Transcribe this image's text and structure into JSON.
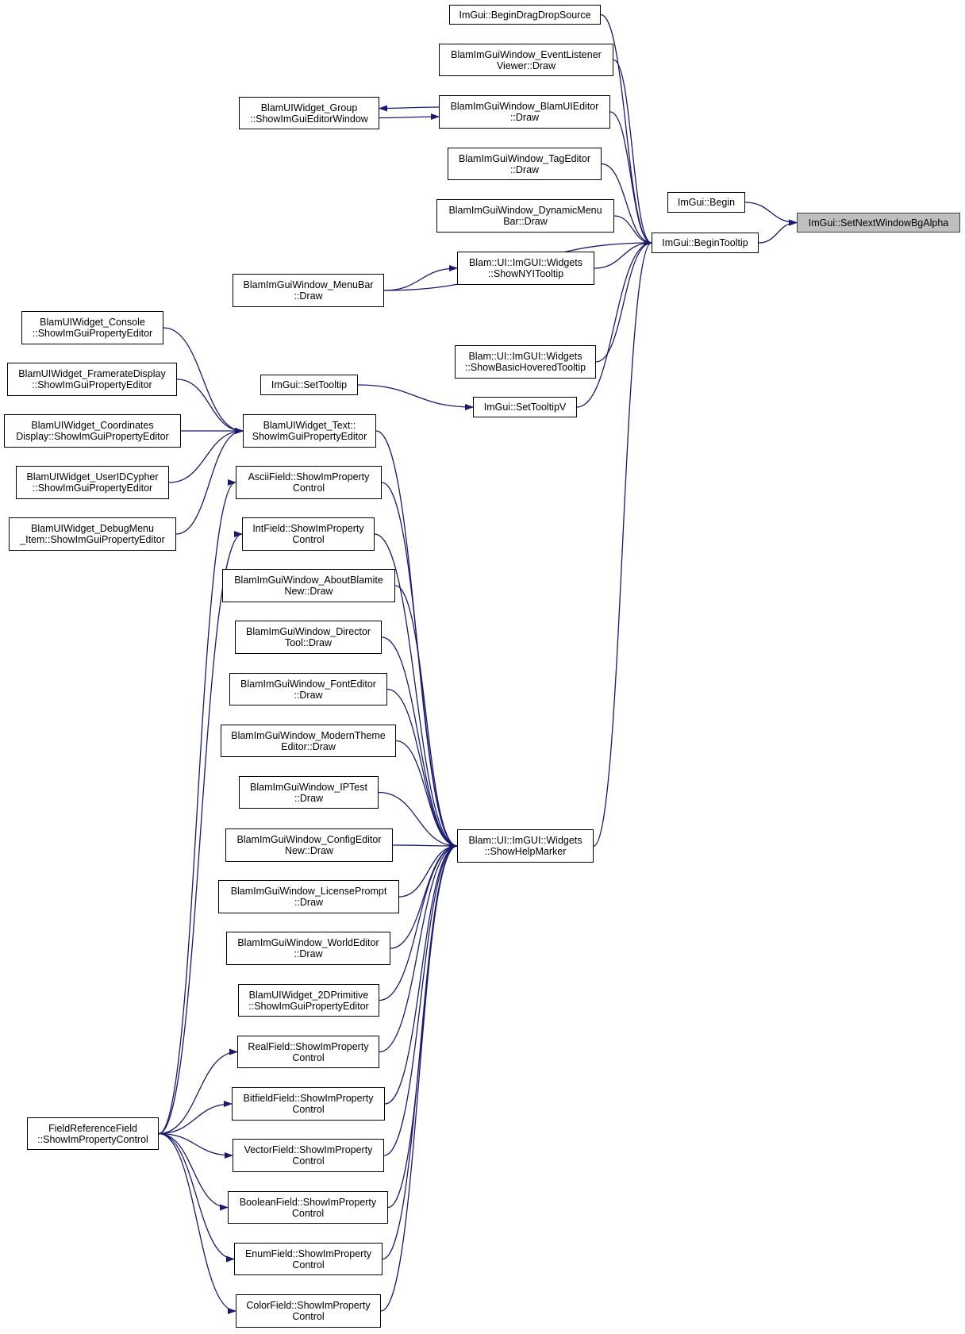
{
  "colors": {
    "edge": "#191970",
    "node_border": "#000000",
    "node_fill": "#ffffff",
    "focus_fill": "#bfbfbf"
  },
  "nodes": {
    "n_setalpha": {
      "lines": [
        "ImGui::SetNextWindowBgAlpha"
      ],
      "focus": true
    },
    "n_begin": {
      "lines": [
        "ImGui::Begin"
      ]
    },
    "n_begintooltip": {
      "lines": [
        "ImGui::BeginTooltip"
      ]
    },
    "n_dragdrop": {
      "lines": [
        "ImGui::BeginDragDropSource"
      ]
    },
    "n_evlistener": {
      "lines": [
        "BlamImGuiWindow_EventListener",
        "Viewer::Draw"
      ]
    },
    "n_uieditor": {
      "lines": [
        "BlamImGuiWindow_BlamUIEditor",
        "::Draw"
      ]
    },
    "n_group": {
      "lines": [
        "BlamUIWidget_Group",
        "::ShowImGuiEditorWindow"
      ]
    },
    "n_tageditor": {
      "lines": [
        "BlamImGuiWindow_TagEditor",
        "::Draw"
      ]
    },
    "n_dynmenu": {
      "lines": [
        "BlamImGuiWindow_DynamicMenu",
        "Bar::Draw"
      ]
    },
    "n_nyi": {
      "lines": [
        "Blam::UI::ImGUI::Widgets",
        "::ShowNYITooltip"
      ]
    },
    "n_menubar": {
      "lines": [
        "BlamImGuiWindow_MenuBar",
        "::Draw"
      ]
    },
    "n_basichover": {
      "lines": [
        "Blam::UI::ImGUI::Widgets",
        "::ShowBasicHoveredTooltip"
      ]
    },
    "n_settooltip": {
      "lines": [
        "ImGui::SetTooltip"
      ]
    },
    "n_settooltipv": {
      "lines": [
        "ImGui::SetTooltipV"
      ]
    },
    "n_console": {
      "lines": [
        "BlamUIWidget_Console",
        "::ShowImGuiPropertyEditor"
      ]
    },
    "n_framerate": {
      "lines": [
        "BlamUIWidget_FramerateDisplay",
        "::ShowImGuiPropertyEditor"
      ]
    },
    "n_coords": {
      "lines": [
        "BlamUIWidget_Coordinates",
        "Display::ShowImGuiPropertyEditor"
      ]
    },
    "n_userid": {
      "lines": [
        "BlamUIWidget_UserIDCypher",
        "::ShowImGuiPropertyEditor"
      ]
    },
    "n_debugmenu": {
      "lines": [
        "BlamUIWidget_DebugMenu",
        "_Item::ShowImGuiPropertyEditor"
      ]
    },
    "n_text": {
      "lines": [
        "BlamUIWidget_Text::",
        "ShowImGuiPropertyEditor"
      ]
    },
    "n_ascii": {
      "lines": [
        "AsciiField::ShowImProperty",
        "Control"
      ]
    },
    "n_int": {
      "lines": [
        "IntField::ShowImProperty",
        "Control"
      ]
    },
    "n_about": {
      "lines": [
        "BlamImGuiWindow_AboutBlamite",
        "New::Draw"
      ]
    },
    "n_director": {
      "lines": [
        "BlamImGuiWindow_Director",
        "Tool::Draw"
      ]
    },
    "n_fonteditor": {
      "lines": [
        "BlamImGuiWindow_FontEditor",
        "::Draw"
      ]
    },
    "n_modern": {
      "lines": [
        "BlamImGuiWindow_ModernTheme",
        "Editor::Draw"
      ]
    },
    "n_iptest": {
      "lines": [
        "BlamImGuiWindow_IPTest",
        "::Draw"
      ]
    },
    "n_helpmarker": {
      "lines": [
        "Blam::UI::ImGUI::Widgets",
        "::ShowHelpMarker"
      ]
    },
    "n_config": {
      "lines": [
        "BlamImGuiWindow_ConfigEditor",
        "New::Draw"
      ]
    },
    "n_license": {
      "lines": [
        "BlamImGuiWindow_LicensePrompt",
        "::Draw"
      ]
    },
    "n_world": {
      "lines": [
        "BlamImGuiWindow_WorldEditor",
        "::Draw"
      ]
    },
    "n_2dprim": {
      "lines": [
        "BlamUIWidget_2DPrimitive",
        "::ShowImGuiPropertyEditor"
      ]
    },
    "n_real": {
      "lines": [
        "RealField::ShowImProperty",
        "Control"
      ]
    },
    "n_fieldref": {
      "lines": [
        "FieldReferenceField",
        "::ShowImPropertyControl"
      ]
    },
    "n_bitfield": {
      "lines": [
        "BitfieldField::ShowImProperty",
        "Control"
      ]
    },
    "n_vector": {
      "lines": [
        "VectorField::ShowImProperty",
        "Control"
      ]
    },
    "n_boolean": {
      "lines": [
        "BooleanField::ShowImProperty",
        "Control"
      ]
    },
    "n_enum": {
      "lines": [
        "EnumField::ShowImProperty",
        "Control"
      ]
    },
    "n_color": {
      "lines": [
        "ColorField::ShowImProperty",
        "Control"
      ]
    }
  },
  "edges": [
    [
      "n_begin",
      "n_setalpha"
    ],
    [
      "n_begintooltip",
      "n_setalpha"
    ],
    [
      "n_dragdrop",
      "n_begintooltip"
    ],
    [
      "n_evlistener",
      "n_begintooltip"
    ],
    [
      "n_uieditor",
      "n_begintooltip"
    ],
    [
      "n_tageditor",
      "n_begintooltip"
    ],
    [
      "n_dynmenu",
      "n_begintooltip"
    ],
    [
      "n_nyi",
      "n_begintooltip"
    ],
    [
      "n_menubar",
      "n_begintooltip"
    ],
    [
      "n_basichover",
      "n_begintooltip"
    ],
    [
      "n_settooltipv",
      "n_begintooltip"
    ],
    [
      "n_helpmarker",
      "n_begintooltip"
    ],
    [
      "n_uieditor",
      "n_group"
    ],
    [
      "n_group",
      "n_uieditor"
    ],
    [
      "n_menubar",
      "n_nyi"
    ],
    [
      "n_settooltip",
      "n_settooltipv"
    ],
    [
      "n_console",
      "n_text"
    ],
    [
      "n_framerate",
      "n_text"
    ],
    [
      "n_coords",
      "n_text"
    ],
    [
      "n_userid",
      "n_text"
    ],
    [
      "n_debugmenu",
      "n_text"
    ],
    [
      "n_text",
      "n_helpmarker"
    ],
    [
      "n_ascii",
      "n_helpmarker"
    ],
    [
      "n_int",
      "n_helpmarker"
    ],
    [
      "n_about",
      "n_helpmarker"
    ],
    [
      "n_director",
      "n_helpmarker"
    ],
    [
      "n_fonteditor",
      "n_helpmarker"
    ],
    [
      "n_modern",
      "n_helpmarker"
    ],
    [
      "n_iptest",
      "n_helpmarker"
    ],
    [
      "n_config",
      "n_helpmarker"
    ],
    [
      "n_license",
      "n_helpmarker"
    ],
    [
      "n_world",
      "n_helpmarker"
    ],
    [
      "n_2dprim",
      "n_helpmarker"
    ],
    [
      "n_real",
      "n_helpmarker"
    ],
    [
      "n_bitfield",
      "n_helpmarker"
    ],
    [
      "n_vector",
      "n_helpmarker"
    ],
    [
      "n_boolean",
      "n_helpmarker"
    ],
    [
      "n_enum",
      "n_helpmarker"
    ],
    [
      "n_color",
      "n_helpmarker"
    ],
    [
      "n_fieldref",
      "n_ascii"
    ],
    [
      "n_fieldref",
      "n_int"
    ],
    [
      "n_fieldref",
      "n_real"
    ],
    [
      "n_fieldref",
      "n_bitfield"
    ],
    [
      "n_fieldref",
      "n_vector"
    ],
    [
      "n_fieldref",
      "n_boolean"
    ],
    [
      "n_fieldref",
      "n_enum"
    ],
    [
      "n_fieldref",
      "n_color"
    ]
  ]
}
